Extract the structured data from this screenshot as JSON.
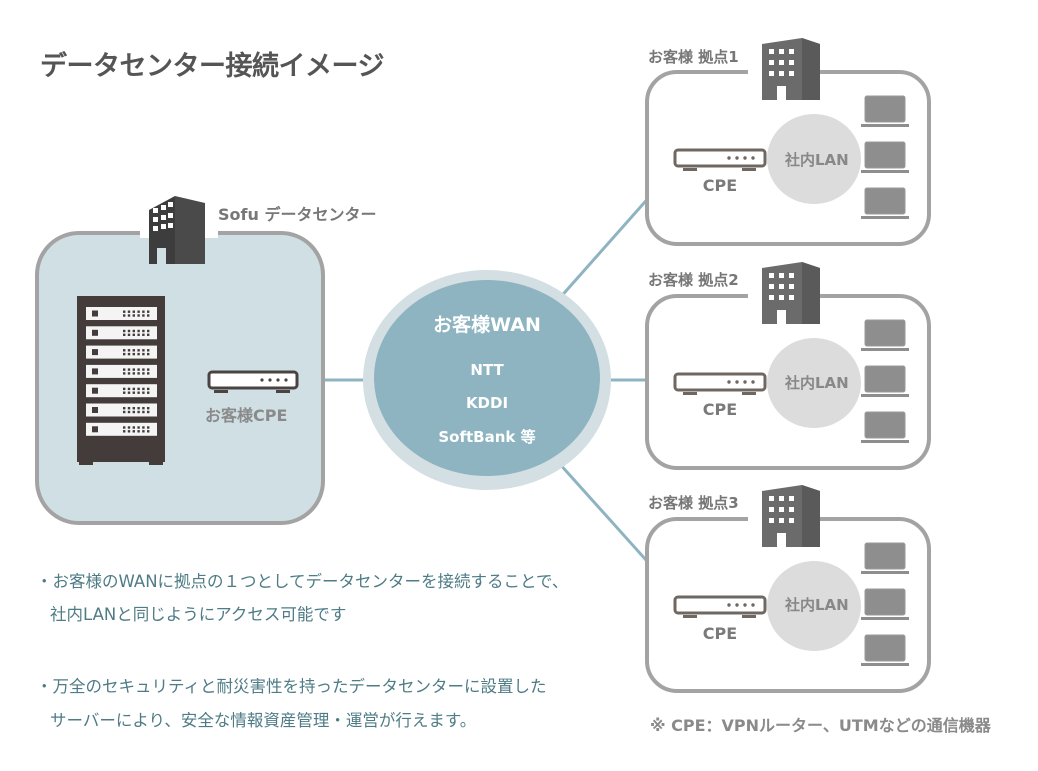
{
  "title": "データセンター接続イメージ",
  "colors": {
    "title_text": "#555555",
    "datacenter_fill": "#cfdfe3",
    "box_border": "#a3a3a3",
    "wan_fill": "#8db4c0",
    "wan_halo": "#d3dfe3",
    "link_line": "#8db4c0",
    "lan_fill": "#dcdcdc",
    "description_text": "#4e7c86",
    "device_dark": "#4a4342"
  },
  "datacenter": {
    "label": "Sofu データセンター",
    "icon": "building-icon",
    "server_icon": "server-rack-icon",
    "server_units": 7,
    "cpe_label": "お客様CPE",
    "cpe_icon": "router-icon"
  },
  "wan": {
    "title": "お客様WAN",
    "carriers": [
      "NTT",
      "KDDI",
      "SoftBank 等"
    ]
  },
  "sites": [
    {
      "label": "お客様 拠点1",
      "cpe_label": "CPE",
      "lan_label": "社内LAN",
      "pcs": 3,
      "icon": "building-icon"
    },
    {
      "label": "お客様 拠点2",
      "cpe_label": "CPE",
      "lan_label": "社内LAN",
      "pcs": 3,
      "icon": "building-icon"
    },
    {
      "label": "お客様 拠点3",
      "cpe_label": "CPE",
      "lan_label": "社内LAN",
      "pcs": 3,
      "icon": "building-icon"
    }
  ],
  "description": [
    {
      "line1": "・お客様のWANに拠点の１つとしてデータセンターを接続することで、",
      "line2": "社内LANと同じようにアクセス可能です"
    },
    {
      "line1": "・万全のセキュリティと耐災害性を持ったデータセンターに設置した",
      "line2": "サーバーにより、安全な情報資産管理・運営が行えます。"
    }
  ],
  "note": "※ CPE：VPNルーター、UTMなどの通信機器"
}
